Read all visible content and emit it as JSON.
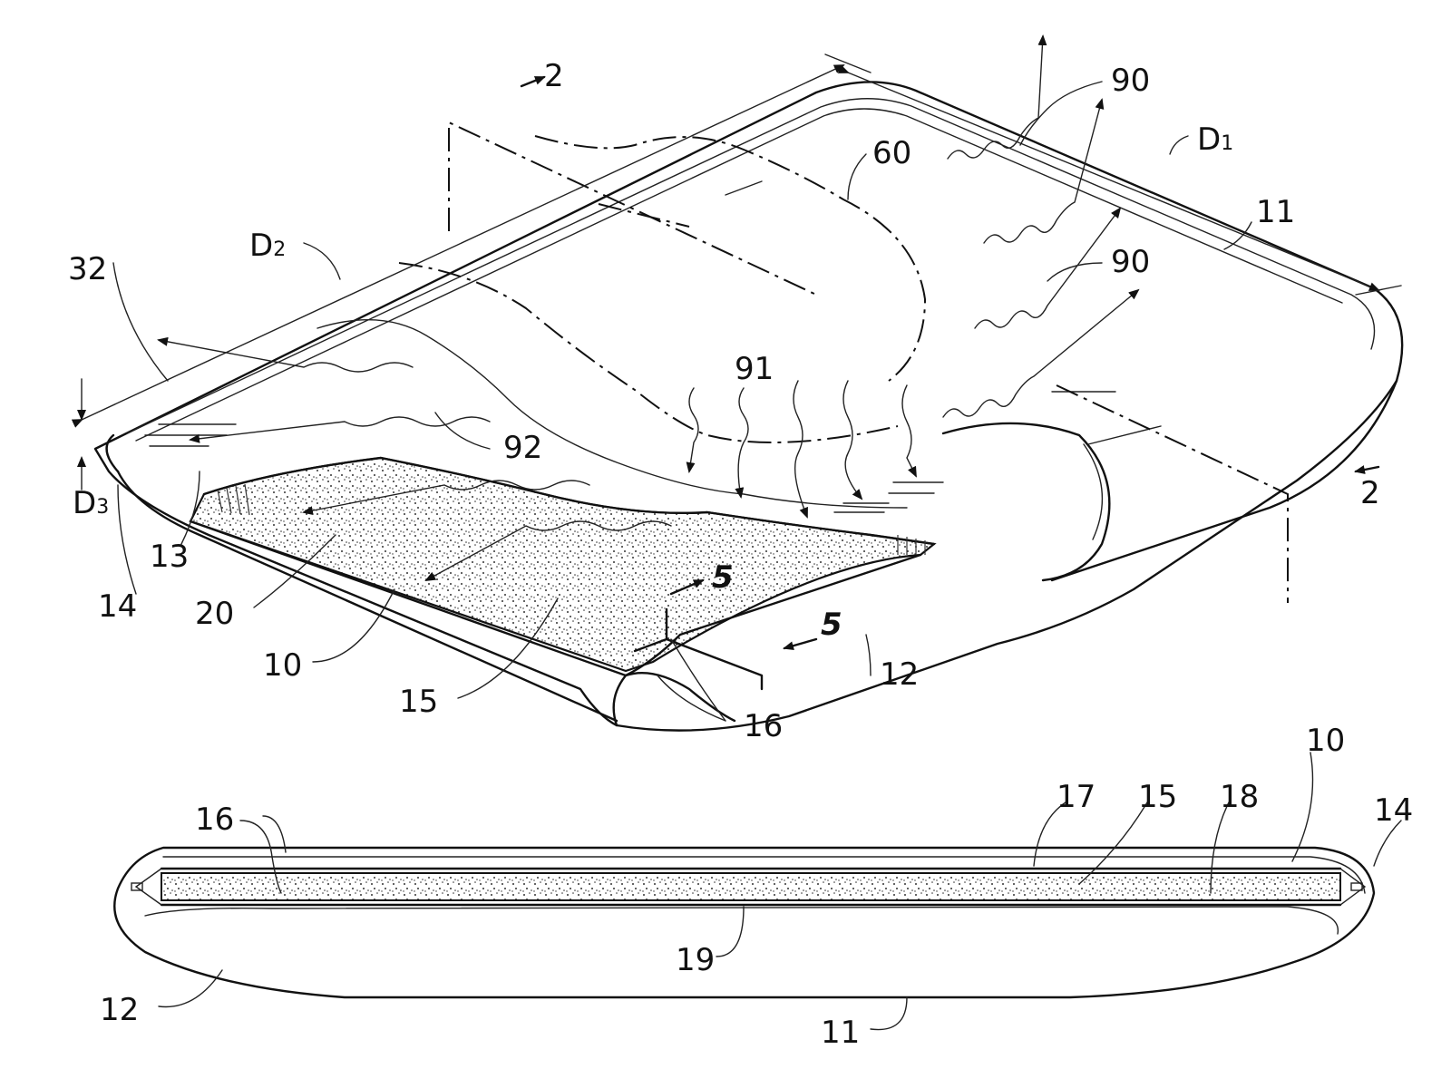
{
  "figure_top": {
    "labels": {
      "section_2_top": "2",
      "section_2_right": "2",
      "section_5_top": "5",
      "section_5_bottom": "5",
      "ref_90_a": "90",
      "ref_90_b": "90",
      "ref_60": "60",
      "ref_d1": "D",
      "ref_d1_sub": "1",
      "ref_11": "11",
      "ref_d2": "D",
      "ref_d2_sub": "2",
      "ref_32": "32",
      "ref_91": "91",
      "ref_92": "92",
      "ref_d3": "D",
      "ref_d3_sub": "3",
      "ref_13": "13",
      "ref_14": "14",
      "ref_20": "20",
      "ref_10": "10",
      "ref_15": "15",
      "ref_12": "12",
      "ref_16": "16"
    }
  },
  "figure_bottom": {
    "labels": {
      "ref_16": "16",
      "ref_17": "17",
      "ref_15": "15",
      "ref_18": "18",
      "ref_10": "10",
      "ref_14": "14",
      "ref_19": "19",
      "ref_12": "12",
      "ref_11": "11"
    }
  }
}
